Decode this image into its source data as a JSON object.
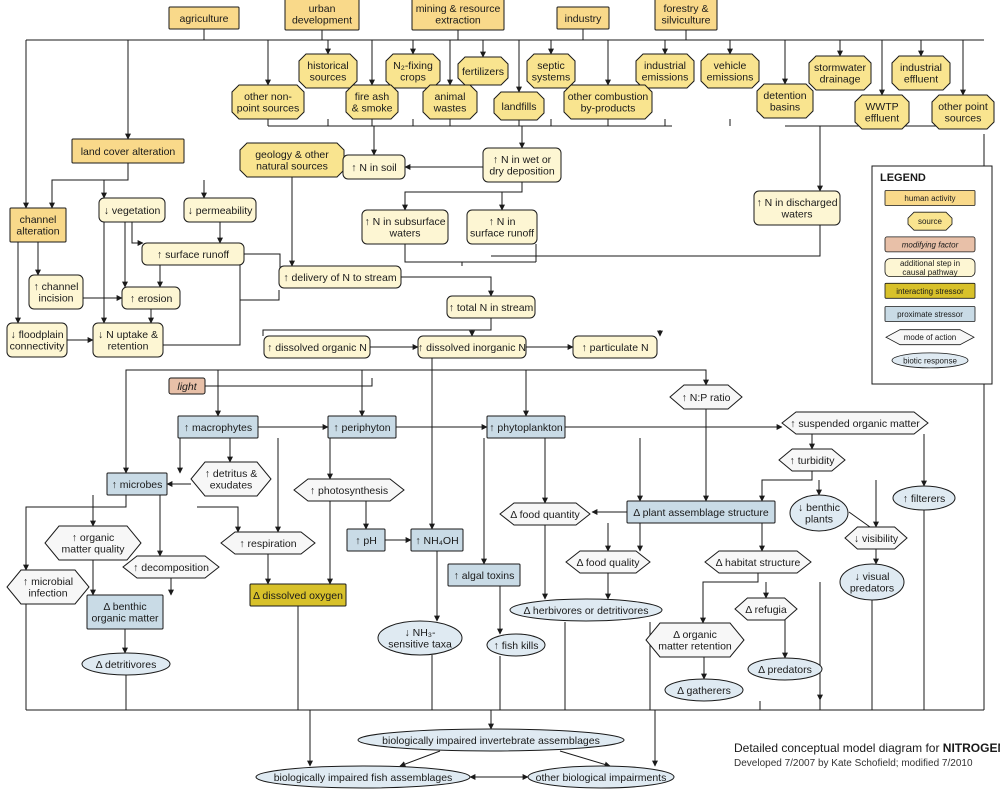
{
  "colors": {
    "human": "#f9d98a",
    "source": "#f9e48f",
    "modifying": "#e8c0a8",
    "step": "#fdf6d3",
    "interacting": "#d8c12a",
    "proximate": "#c9dbe6",
    "mode": "#f7f7f7",
    "biotic": "#dfeaf2",
    "stroke": "#1a1a1a"
  },
  "nodes": [
    {
      "id": "agriculture",
      "kind": "human",
      "lines": [
        "agriculture"
      ]
    },
    {
      "id": "urban",
      "kind": "human",
      "lines": [
        "urban",
        "development"
      ]
    },
    {
      "id": "mining",
      "kind": "human",
      "lines": [
        "mining & resource",
        "extraction"
      ]
    },
    {
      "id": "industry",
      "kind": "human",
      "lines": [
        "industry"
      ]
    },
    {
      "id": "forestry",
      "kind": "human",
      "lines": [
        "forestry &",
        "silviculture"
      ]
    },
    {
      "id": "historical",
      "kind": "source",
      "lines": [
        "historical",
        "sources"
      ]
    },
    {
      "id": "n2fixing",
      "kind": "source",
      "lines": [
        "N₂-fixing",
        "crops"
      ]
    },
    {
      "id": "fertilizers",
      "kind": "source",
      "lines": [
        "fertilizers"
      ]
    },
    {
      "id": "septic",
      "kind": "source",
      "lines": [
        "septic",
        "systems"
      ]
    },
    {
      "id": "indemissions",
      "kind": "source",
      "lines": [
        "industrial",
        "emissions"
      ]
    },
    {
      "id": "vehicle",
      "kind": "source",
      "lines": [
        "vehicle",
        "emissions"
      ]
    },
    {
      "id": "stormwater",
      "kind": "source",
      "lines": [
        "stormwater",
        "drainage"
      ]
    },
    {
      "id": "indeffluent",
      "kind": "source",
      "lines": [
        "industrial",
        "effluent"
      ]
    },
    {
      "id": "othernps",
      "kind": "source",
      "lines": [
        "other non-",
        "point sources"
      ]
    },
    {
      "id": "fireash",
      "kind": "source",
      "lines": [
        "fire ash",
        "& smoke"
      ]
    },
    {
      "id": "animalwastes",
      "kind": "source",
      "lines": [
        "animal",
        "wastes"
      ]
    },
    {
      "id": "landfills",
      "kind": "source",
      "lines": [
        "landfills"
      ]
    },
    {
      "id": "othercomb",
      "kind": "source",
      "lines": [
        "other combustion",
        "by-products"
      ]
    },
    {
      "id": "detention",
      "kind": "source",
      "lines": [
        "detention",
        "basins"
      ]
    },
    {
      "id": "wwtp",
      "kind": "source",
      "lines": [
        "WWTP",
        "effluent"
      ]
    },
    {
      "id": "otherpoint",
      "kind": "source",
      "lines": [
        "other point",
        "sources"
      ]
    },
    {
      "id": "geology",
      "kind": "source",
      "lines": [
        "geology & other",
        "natural sources"
      ]
    },
    {
      "id": "landcover",
      "kind": "human",
      "lines": [
        "land cover alteration"
      ]
    },
    {
      "id": "channelalt",
      "kind": "human",
      "lines": [
        "channel",
        "alteration"
      ]
    },
    {
      "id": "nsoil",
      "kind": "step",
      "lines": [
        "↑ N in soil"
      ]
    },
    {
      "id": "nwetdry",
      "kind": "step",
      "lines": [
        "↑ N in  wet or",
        "dry deposition"
      ]
    },
    {
      "id": "nsubsurface",
      "kind": "step",
      "lines": [
        "↑ N in subsurface",
        "waters"
      ]
    },
    {
      "id": "nsurfrunoff",
      "kind": "step",
      "lines": [
        "↑ N in",
        "surface runoff"
      ]
    },
    {
      "id": "ndischarged",
      "kind": "step",
      "lines": [
        "↑ N in discharged",
        "waters"
      ]
    },
    {
      "id": "vegetation",
      "kind": "step",
      "lines": [
        "↓ vegetation"
      ]
    },
    {
      "id": "permeability",
      "kind": "step",
      "lines": [
        "↓ permeability"
      ]
    },
    {
      "id": "surfacerunoff",
      "kind": "step",
      "lines": [
        "↑ surface runoff"
      ]
    },
    {
      "id": "channelinc",
      "kind": "step",
      "lines": [
        "↑ channel",
        "incision"
      ]
    },
    {
      "id": "erosion",
      "kind": "step",
      "lines": [
        "↑ erosion"
      ]
    },
    {
      "id": "floodplain",
      "kind": "step",
      "lines": [
        "↓ floodplain",
        "connectivity"
      ]
    },
    {
      "id": "nuptake",
      "kind": "step",
      "lines": [
        "↓ N uptake &",
        "retention"
      ]
    },
    {
      "id": "delivery",
      "kind": "step",
      "lines": [
        "↑ delivery of N to stream"
      ]
    },
    {
      "id": "totaln",
      "kind": "step",
      "lines": [
        "↑ total N in stream"
      ]
    },
    {
      "id": "don",
      "kind": "step",
      "lines": [
        "↑ dissolved organic N"
      ]
    },
    {
      "id": "din",
      "kind": "step",
      "lines": [
        "↑ dissolved inorganic N"
      ]
    },
    {
      "id": "particulate",
      "kind": "step",
      "lines": [
        "↑ particulate N"
      ]
    },
    {
      "id": "light",
      "kind": "modifying",
      "lines": [
        "light"
      ]
    },
    {
      "id": "npratio",
      "kind": "mode",
      "lines": [
        "↑ N:P ratio"
      ]
    },
    {
      "id": "macrophytes",
      "kind": "proximate",
      "lines": [
        "↑ macrophytes"
      ]
    },
    {
      "id": "periphyton",
      "kind": "proximate",
      "lines": [
        "↑ periphyton"
      ]
    },
    {
      "id": "phytoplankton",
      "kind": "proximate",
      "lines": [
        "↑ phytoplankton"
      ]
    },
    {
      "id": "suspended",
      "kind": "mode",
      "lines": [
        "↑ suspended organic matter"
      ]
    },
    {
      "id": "microbes",
      "kind": "proximate",
      "lines": [
        "↑ microbes"
      ]
    },
    {
      "id": "detritus",
      "kind": "mode",
      "lines": [
        "↑ detritus &",
        "exudates"
      ]
    },
    {
      "id": "photosynthesis",
      "kind": "mode",
      "lines": [
        "↑ photosynthesis"
      ]
    },
    {
      "id": "turbidity",
      "kind": "mode",
      "lines": [
        "↑ turbidity"
      ]
    },
    {
      "id": "filterers",
      "kind": "biotic",
      "lines": [
        "↑ filterers"
      ]
    },
    {
      "id": "benthicplants",
      "kind": "biotic",
      "lines": [
        "↓ benthic",
        "plants"
      ]
    },
    {
      "id": "foodquantity",
      "kind": "mode",
      "lines": [
        "Δ food quantity"
      ]
    },
    {
      "id": "plantassemblage",
      "kind": "proximate",
      "lines": [
        "Δ plant assemblage structure"
      ]
    },
    {
      "id": "orgmatter",
      "kind": "mode",
      "lines": [
        "↑ organic",
        "matter quality"
      ]
    },
    {
      "id": "respiration",
      "kind": "mode",
      "lines": [
        "↑ respiration"
      ]
    },
    {
      "id": "ph",
      "kind": "proximate",
      "lines": [
        "↑ pH"
      ]
    },
    {
      "id": "nh4oh",
      "kind": "proximate",
      "lines": [
        "↑ NH₄OH"
      ]
    },
    {
      "id": "visibility",
      "kind": "mode",
      "lines": [
        "↓ visibility"
      ]
    },
    {
      "id": "decomposition",
      "kind": "mode",
      "lines": [
        "↑ decomposition"
      ]
    },
    {
      "id": "foodquality",
      "kind": "mode",
      "lines": [
        "Δ food quality"
      ]
    },
    {
      "id": "habitat",
      "kind": "mode",
      "lines": [
        "Δ habitat structure"
      ]
    },
    {
      "id": "microbialinf",
      "kind": "mode",
      "lines": [
        "↑ microbial",
        "infection"
      ]
    },
    {
      "id": "dissolvedoxy",
      "kind": "interacting",
      "lines": [
        "Δ dissolved oxygen"
      ]
    },
    {
      "id": "algaltoxins",
      "kind": "proximate",
      "lines": [
        "↑ algal toxins"
      ]
    },
    {
      "id": "visualpred",
      "kind": "biotic",
      "lines": [
        "↓ visual",
        "predators"
      ]
    },
    {
      "id": "benthicorg",
      "kind": "proximate",
      "lines": [
        "Δ benthic",
        "organic matter"
      ]
    },
    {
      "id": "herbivores",
      "kind": "biotic",
      "lines": [
        "Δ herbivores or detritivores"
      ]
    },
    {
      "id": "refugia",
      "kind": "mode",
      "lines": [
        "Δ refugia"
      ]
    },
    {
      "id": "nh3",
      "kind": "biotic",
      "lines": [
        "↓ NH₃-",
        "sensitive taxa"
      ]
    },
    {
      "id": "fishkills",
      "kind": "biotic",
      "lines": [
        "↑ fish kills"
      ]
    },
    {
      "id": "orgretention",
      "kind": "mode",
      "lines": [
        "Δ organic",
        "matter retention"
      ]
    },
    {
      "id": "detritivores",
      "kind": "biotic",
      "lines": [
        "Δ detritivores"
      ]
    },
    {
      "id": "predators",
      "kind": "biotic",
      "lines": [
        "Δ predators"
      ]
    },
    {
      "id": "gatherers",
      "kind": "biotic",
      "lines": [
        "Δ gatherers"
      ]
    },
    {
      "id": "invertebrate",
      "kind": "biotic",
      "lines": [
        "biologically impaired invertebrate assemblages"
      ]
    },
    {
      "id": "fishassem",
      "kind": "biotic",
      "lines": [
        "biologically impaired fish assemblages"
      ]
    },
    {
      "id": "otherbio",
      "kind": "biotic",
      "lines": [
        "other biological impairments"
      ]
    }
  ],
  "legend": {
    "title": "LEGEND",
    "items": [
      {
        "kind": "human",
        "label": "human activity"
      },
      {
        "kind": "source",
        "label": "source"
      },
      {
        "kind": "modifying",
        "label": "modifying factor"
      },
      {
        "kind": "step",
        "label": "additional step in causal pathway"
      },
      {
        "kind": "interacting",
        "label": "interacting stressor"
      },
      {
        "kind": "proximate",
        "label": "proximate stressor"
      },
      {
        "kind": "mode",
        "label": "mode of action"
      },
      {
        "kind": "biotic",
        "label": "biotic response"
      }
    ]
  },
  "caption": {
    "prefix": "Detailed conceptual model diagram for ",
    "stressor": "NITROGEN",
    "credit": "Developed 7/2007 by Kate Schofield; modified 7/2010"
  }
}
